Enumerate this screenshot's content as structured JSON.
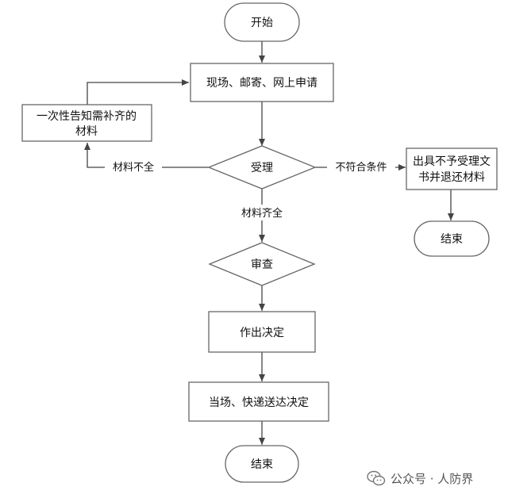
{
  "diagram": {
    "nodes": {
      "start": "开始",
      "apply": "现场、邮寄、网上申请",
      "notify_line1": "一次性告知需补齐的",
      "notify_line2": "材料",
      "accept": "受理",
      "reject_line1": "出具不予受理文",
      "reject_line2": "书并退还材料",
      "end_reject": "结束",
      "review": "审查",
      "decide": "作出决定",
      "deliver": "当场、快递送达决定",
      "end": "结束"
    },
    "edges": {
      "incomplete": "材料不全",
      "not_qualified": "不符合条件",
      "complete": "材料齐全"
    }
  },
  "watermark": {
    "text": "公众号 · 人防界",
    "icon": "wechat-icon"
  }
}
